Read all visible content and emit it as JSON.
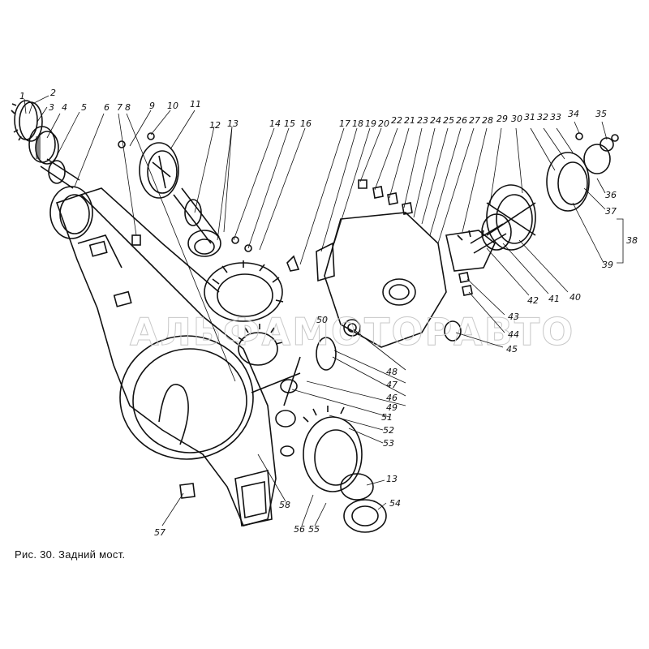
{
  "figure": {
    "caption": "Рис. 30. Задний мост.",
    "watermark": "АЛЬФАМОТОРАВТО"
  },
  "parts": [
    {
      "id": "1",
      "label": "1"
    },
    {
      "id": "2",
      "label": "2"
    },
    {
      "id": "3",
      "label": "3"
    },
    {
      "id": "4",
      "label": "4"
    },
    {
      "id": "5",
      "label": "5"
    },
    {
      "id": "6",
      "label": "6"
    },
    {
      "id": "7",
      "label": "7"
    },
    {
      "id": "8",
      "label": "8"
    },
    {
      "id": "9",
      "label": "9"
    },
    {
      "id": "10",
      "label": "10"
    },
    {
      "id": "11",
      "label": "11"
    },
    {
      "id": "12",
      "label": "12"
    },
    {
      "id": "13",
      "label": "13"
    },
    {
      "id": "14",
      "label": "14"
    },
    {
      "id": "15",
      "label": "15"
    },
    {
      "id": "16",
      "label": "16"
    },
    {
      "id": "17",
      "label": "17"
    },
    {
      "id": "18",
      "label": "18"
    },
    {
      "id": "19",
      "label": "19"
    },
    {
      "id": "20",
      "label": "20"
    },
    {
      "id": "21",
      "label": "21"
    },
    {
      "id": "22",
      "label": "22"
    },
    {
      "id": "23",
      "label": "23"
    },
    {
      "id": "24",
      "label": "24"
    },
    {
      "id": "25",
      "label": "25"
    },
    {
      "id": "26",
      "label": "26"
    },
    {
      "id": "27",
      "label": "27"
    },
    {
      "id": "28",
      "label": "28"
    },
    {
      "id": "29",
      "label": "29"
    },
    {
      "id": "30",
      "label": "30"
    },
    {
      "id": "31",
      "label": "31"
    },
    {
      "id": "32",
      "label": "32"
    },
    {
      "id": "33",
      "label": "33"
    },
    {
      "id": "34",
      "label": "34"
    },
    {
      "id": "35",
      "label": "35"
    },
    {
      "id": "36",
      "label": "36"
    },
    {
      "id": "37",
      "label": "37"
    },
    {
      "id": "38",
      "label": "38"
    },
    {
      "id": "39",
      "label": "39"
    },
    {
      "id": "40",
      "label": "40"
    },
    {
      "id": "41",
      "label": "41"
    },
    {
      "id": "42",
      "label": "42"
    },
    {
      "id": "43",
      "label": "43"
    },
    {
      "id": "44",
      "label": "44"
    },
    {
      "id": "45",
      "label": "45"
    },
    {
      "id": "46",
      "label": "46"
    },
    {
      "id": "47",
      "label": "47"
    },
    {
      "id": "48",
      "label": "48"
    },
    {
      "id": "49",
      "label": "49"
    },
    {
      "id": "50",
      "label": "50"
    },
    {
      "id": "51",
      "label": "51"
    },
    {
      "id": "52",
      "label": "52"
    },
    {
      "id": "53",
      "label": "53"
    },
    {
      "id": "54",
      "label": "54"
    },
    {
      "id": "55",
      "label": "55"
    },
    {
      "id": "56",
      "label": "56"
    },
    {
      "id": "57",
      "label": "57"
    },
    {
      "id": "58",
      "label": "58"
    },
    {
      "id": "13b",
      "label": "13"
    }
  ]
}
